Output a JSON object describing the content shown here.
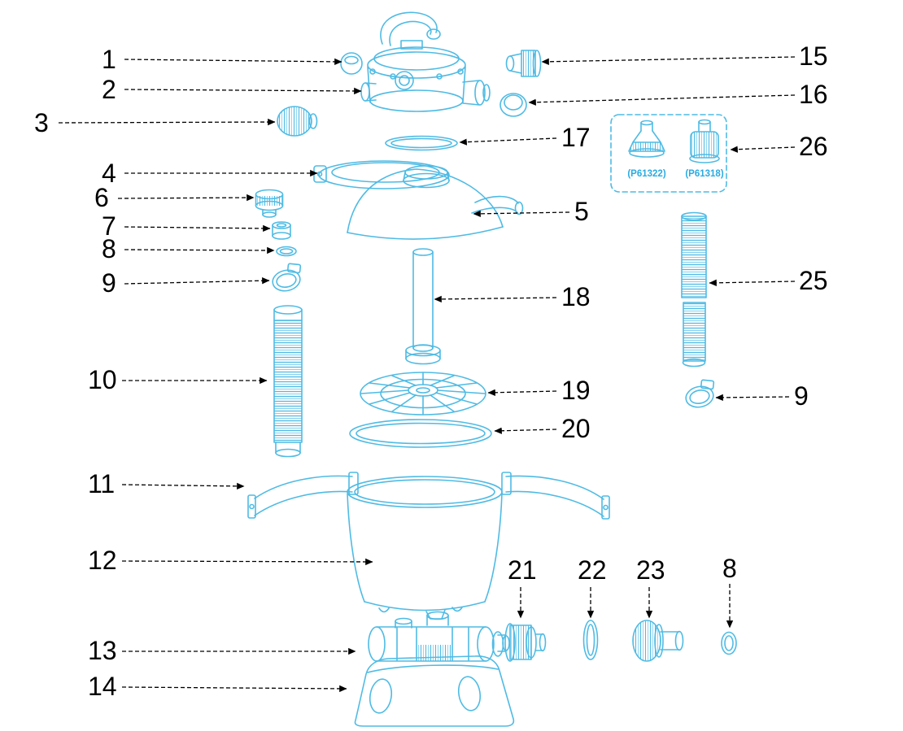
{
  "colors": {
    "background": "#ffffff",
    "part_line": "#4fbbe4",
    "label_text": "#000000",
    "code_text": "#29abe2"
  },
  "part_labels": {
    "1": "1",
    "2": "2",
    "3": "3",
    "4": "4",
    "5": "5",
    "6": "6",
    "7": "7",
    "8": "8",
    "9": "9",
    "10": "10",
    "11": "11",
    "12": "12",
    "13": "13",
    "14": "14",
    "15": "15",
    "16": "16",
    "17": "17",
    "18": "18",
    "19": "19",
    "20": "20",
    "21": "21",
    "22": "22",
    "23": "23",
    "25": "25",
    "26": "26",
    "9_right": "9",
    "8_bottom": "8"
  },
  "part_codes": {
    "left": "(P61322)",
    "right": "(P61318)"
  }
}
